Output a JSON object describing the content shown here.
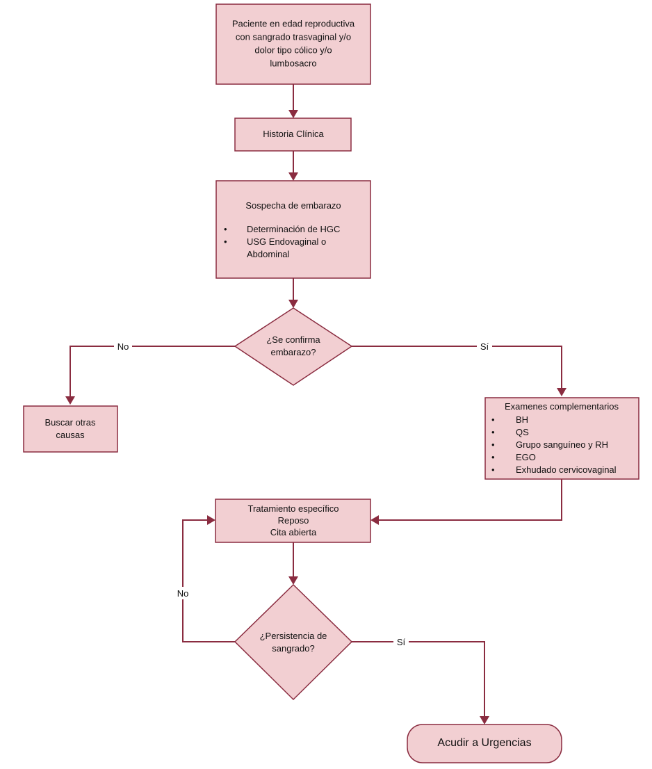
{
  "nodes": {
    "patient": {
      "lines": [
        "Paciente en edad reproductiva",
        "con sangrado trasvaginal y/o",
        "dolor tipo cólico y/o",
        "lumbosacro"
      ]
    },
    "history": {
      "lines": [
        "Historia Clínica"
      ]
    },
    "suspicion": {
      "title": "Sospecha de embarazo",
      "bullets": [
        [
          "Determinación de HGC"
        ],
        [
          "USG Endovaginal o",
          "Abdominal"
        ]
      ]
    },
    "decision_pregnancy": {
      "lines": [
        "¿Se confirma",
        "embarazo?"
      ]
    },
    "other_causes": {
      "lines": [
        "Buscar otras",
        "causas"
      ]
    },
    "exams": {
      "title": "Examenes complementarios",
      "bullets": [
        [
          "BH"
        ],
        [
          "QS"
        ],
        [
          "Grupo sanguíneo y RH"
        ],
        [
          "EGO"
        ],
        [
          "Exhudado cervicovaginal"
        ]
      ]
    },
    "treatment": {
      "lines": [
        "Tratamiento específico",
        "Reposo",
        "Cita abierta"
      ]
    },
    "decision_bleeding": {
      "lines": [
        "¿Persistencia de",
        "sangrado?"
      ]
    },
    "emergency": {
      "lines": [
        "Acudir a Urgencias"
      ]
    }
  },
  "edges": {
    "pregnancy_no": "No",
    "pregnancy_yes": "Sí",
    "bleeding_no": "No",
    "bleeding_yes": "Sí"
  },
  "colors": {
    "fill": "#f2cfd2",
    "stroke": "#8a2c40"
  },
  "bullet_glyph": "•"
}
